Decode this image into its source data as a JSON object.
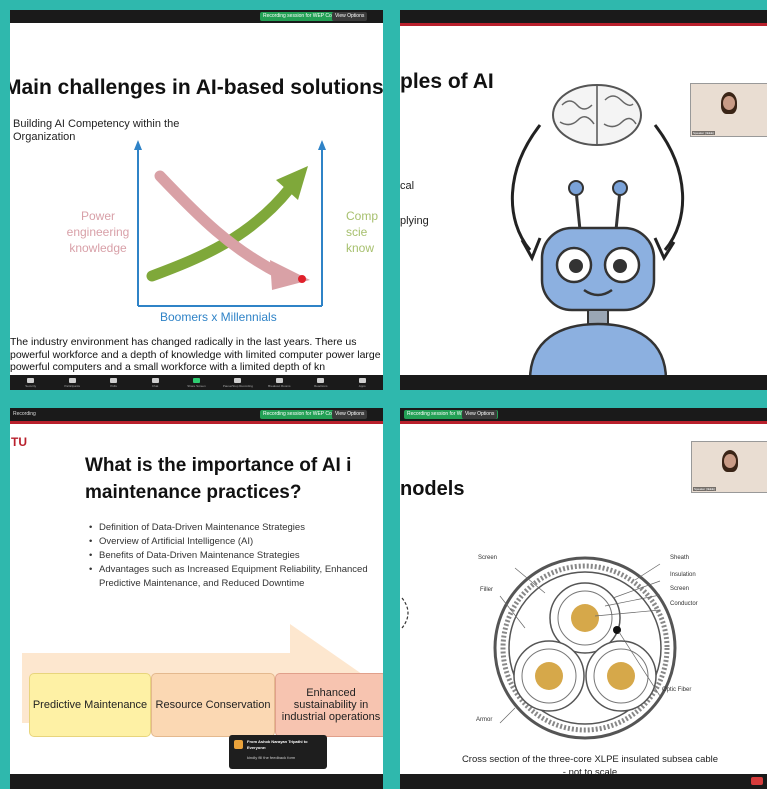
{
  "panel1": {
    "title": "Main challenges in AI-based solutions",
    "subtitle": "Building AI Competency within the Organization",
    "left_label": "Power engineering knowledge",
    "right_label": "Comp scie know",
    "axis_caption": "Boomers x Millennials",
    "paragraph": "The industry environment has changed radically in the last years. There us powerful workforce and a depth of knowledge with limited computer power large powerful computers and a small workforce with a limited depth of kn",
    "banner_green": "Recording session for WEP Conference",
    "banner_options": "View Options",
    "toolbar": [
      "Security",
      "Participants",
      "Polls",
      "Chat",
      "Share Screen",
      "Pause/Stop Recording",
      "Breakout Rooms",
      "Reactions",
      "Apps"
    ]
  },
  "panel2": {
    "title": "ples of AI",
    "frag1": "cal",
    "frag2": "plying",
    "cam_label": "Speaker (IEEE)"
  },
  "panel3": {
    "recording": "Recording",
    "banner_green": "Recording session for WEP Conference",
    "banner_options": "View Options",
    "logo": "TU",
    "title_line1": "What is the importance of AI i",
    "title_line2": "maintenance practices?",
    "bullets": [
      "Definition of Data-Driven Maintenance Strategies",
      "Overview of Artificial Intelligence (AI)",
      "Benefits of Data-Driven Maintenance Strategies",
      "Advantages such as Increased Equipment Reliability, Enhanced Predictive Maintenance, and Reduced Downtime"
    ],
    "box1": "Predictive Maintenance",
    "box2": "Resource Conservation",
    "box3": "Enhanced sustainability in industrial operations",
    "toast_title": "From Ashok Narayan Tripathi to Everyone:",
    "toast_msg": "kindly fill the feedback form"
  },
  "panel4": {
    "banner_green": "Recording session for WEP Conference",
    "banner_options": "View Options",
    "title": "nodels",
    "labels": {
      "screen_l": "Screen",
      "sheath": "Sheath",
      "insulation": "Insulation",
      "screen_r": "Screen",
      "conductor": "Conductor",
      "filler": "Filler",
      "optic": "Optic Fiber",
      "armor": "Armor"
    },
    "caption": "Cross section of the three-core XLPE insulated subsea cable - not to scale",
    "cam_label": "Speaker (IEEE)"
  },
  "colors": {
    "background": "#2fb8ad",
    "accent_red": "#b9202c",
    "pink_arrow": "#d9a1a6",
    "green_arrow": "#7fa83a",
    "axis_blue": "#2f83c7"
  },
  "icons": {
    "brain": "brain-illustration",
    "robot": "robot-illustration",
    "cable": "cable-cross-section-diagram"
  }
}
